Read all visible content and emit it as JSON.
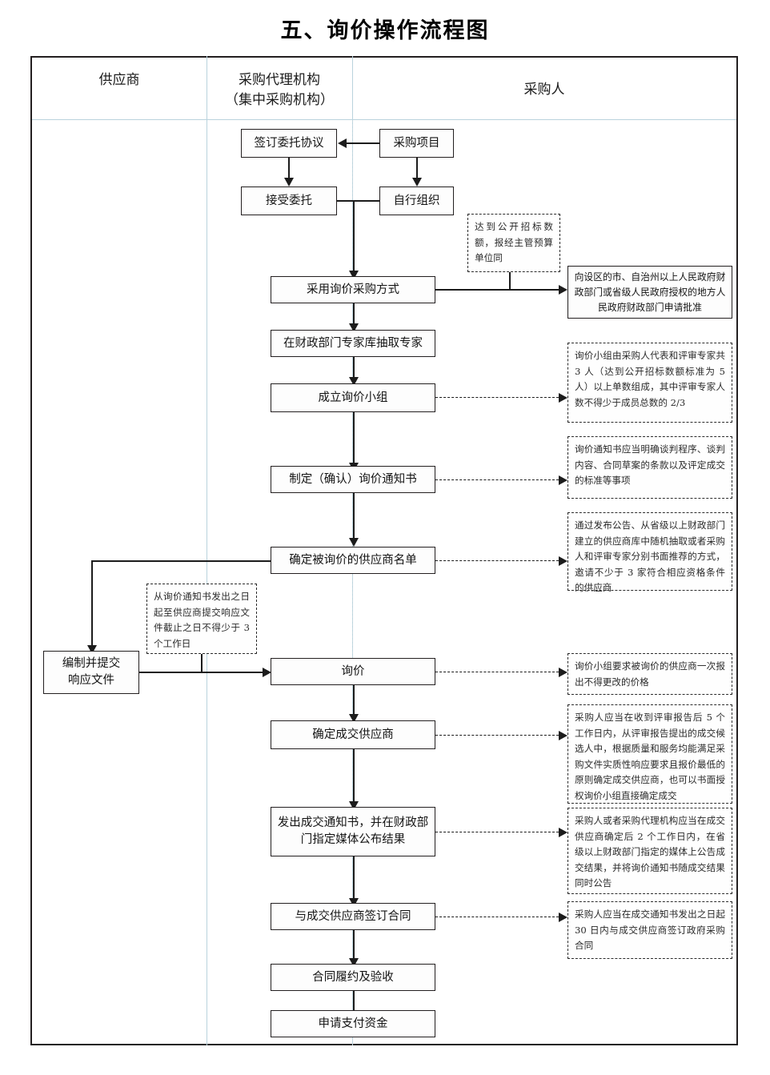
{
  "title": "五、询价操作流程图",
  "lanes": [
    {
      "id": "supplier",
      "label": "供应商"
    },
    {
      "id": "agency",
      "label": "采购代理机构\n（集中采购机构）",
      "line1": "采购代理机构",
      "line2": "（集中采购机构）"
    },
    {
      "id": "buyer",
      "label": "采购人"
    }
  ],
  "nodes": {
    "sign_entrust": "签订委托协议",
    "procurement_project": "采购项目",
    "accept_entrust": "接受委托",
    "self_organize": "自行组织",
    "adopt_inquiry": "采用询价采购方式",
    "draw_experts": "在财政部门专家库抽取专家",
    "form_group": "成立询价小组",
    "make_notice": "制定（确认）询价通知书",
    "confirm_supplier_list": "确定被询价的供应商名单",
    "prepare_response": "编制并提交\n响应文件",
    "prepare_response_l1": "编制并提交",
    "prepare_response_l2": "响应文件",
    "inquiry": "询价",
    "determine_winner": "确定成交供应商",
    "issue_notice": "发出成交通知书，并在财政部\n门指定媒体公布结果",
    "issue_notice_l1": "发出成交通知书，并在财政部",
    "issue_notice_l2": "门指定媒体公布结果",
    "sign_contract": "与成交供应商签订合同",
    "contract_perform": "合同履约及验收",
    "apply_payment": "申请支付资金",
    "approval_request": "向设区的市、自治州以上人民政府财政部门或省级人民政府授权的地方人民政府财政部门申请批准"
  },
  "notes": {
    "public_bid_threshold": "达到公开招标数额，报经主管预算单位同",
    "group_composition": "询价小组由采购人代表和评审专家共 3 人（达到公开招标数额标准为 5 人）以上单数组成，其中评审专家人数不得少于成员总数的 2/3",
    "notice_content": "询价通知书应当明确谈判程序、谈判内容、合同草案的条款以及评定成交的标准等事项",
    "supplier_selection": "通过发布公告、从省级以上财政部门建立的供应商库中随机抽取或者采购人和评审专家分别书面推荐的方式，邀请不少于 3 家符合相应资格条件的供应商",
    "response_deadline": "从询价通知书发出之日起至供应商提交响应文件截止之日不得少于 3 个工作日",
    "one_time_quote": "询价小组要求被询价的供应商一次报出不得更改的价格",
    "award_decision": "采购人应当在收到评审报告后 5 个工作日内，从评审报告提出的成交候选人中，根据质量和服务均能满足采购文件实质性响应要求且报价最低的原则确定成交供应商，也可以书面授权询价小组直接确定成交",
    "announce_result": "采购人或者采购代理机构应当在成交供应商确定后 2 个工作日内，在省级以上财政部门指定的媒体上公告成交结果，并将询价通知书随成交结果同时公告",
    "contract_deadline": "采购人应当在成交通知书发出之日起 30 日内与成交供应商签订政府采购合同"
  }
}
